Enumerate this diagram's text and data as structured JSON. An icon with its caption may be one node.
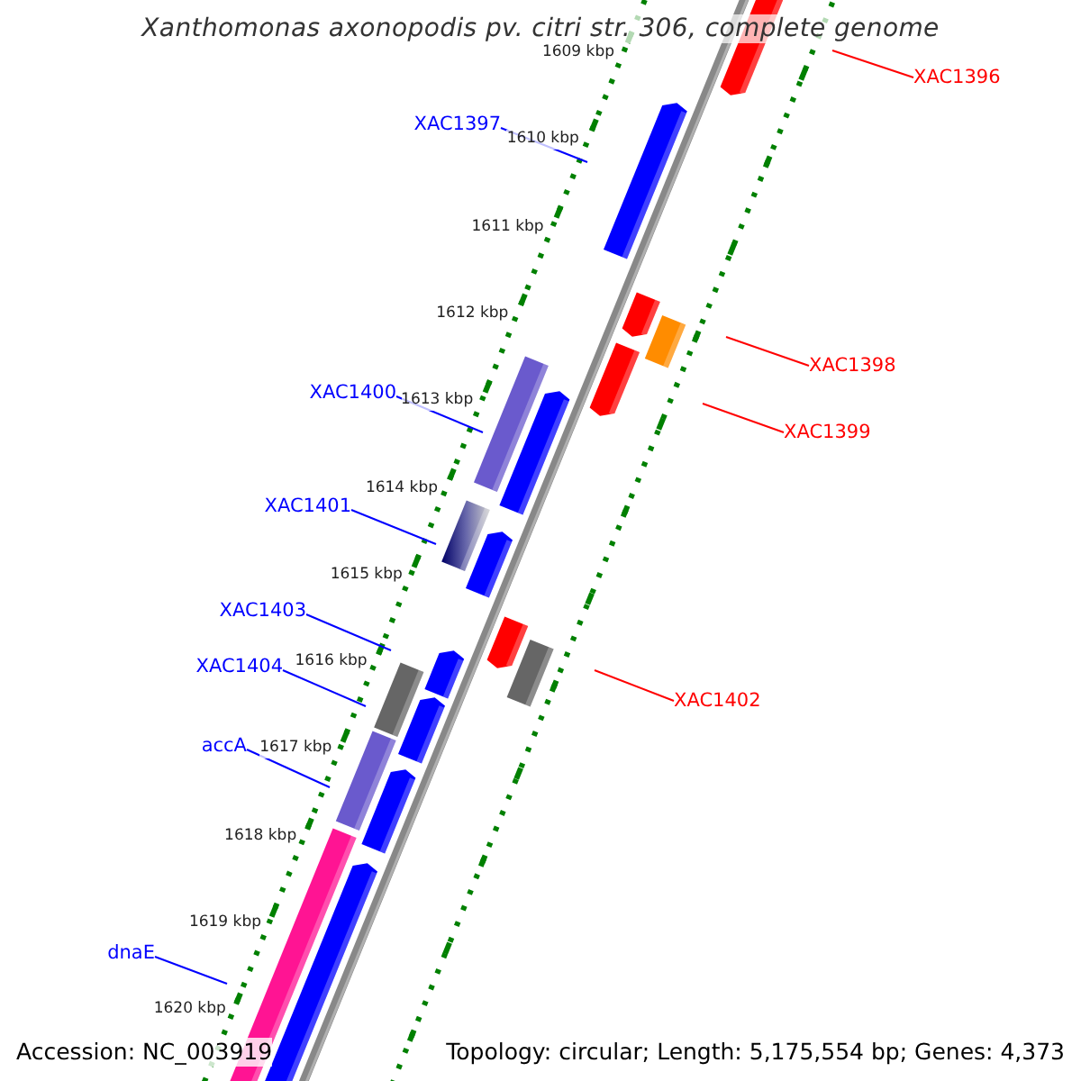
{
  "diagram": {
    "title": "Xanthomonas axonopodis pv. citri str. 306, complete genome",
    "nodes": [
      {
        "text": [
          "XAC1396"
        ]
      },
      {
        "text": [
          "XAC1397"
        ]
      },
      {
        "text": [
          "XAC1398"
        ]
      },
      {
        "text": [
          "XAC1400"
        ]
      },
      {
        "text": [
          "XAC1399"
        ]
      },
      {
        "text": [
          "XAC1401"
        ]
      },
      {
        "text": [
          "XAC1403"
        ]
      },
      {
        "text": [
          "XAC1404"
        ]
      },
      {
        "text": [
          "XAC1402"
        ]
      },
      {
        "text": [
          "accA"
        ]
      },
      {
        "text": [
          "dnaE"
        ]
      }
    ],
    "edges": [
      {
        "from": 0,
        "to": null,
        "arrow": "none",
        "color": "#ff0000"
      },
      {
        "from": 1,
        "to": null,
        "arrow": "none"
      },
      {
        "from": 2,
        "to": null,
        "arrow": "none",
        "color": "#ff0000"
      },
      {
        "from": 3,
        "to": null,
        "arrow": "none"
      },
      {
        "from": 4,
        "to": null,
        "arrow": "none",
        "color": "#ff0000"
      },
      {
        "from": 5,
        "to": null,
        "arrow": "none"
      },
      {
        "from": 6,
        "to": null,
        "arrow": "none"
      },
      {
        "from": 7,
        "to": null,
        "arrow": "none"
      },
      {
        "from": 8,
        "to": null,
        "arrow": "none",
        "color": "#ff0000"
      },
      {
        "from": 9,
        "to": null,
        "arrow": "none"
      },
      {
        "from": 10,
        "to": null,
        "arrow": "none"
      }
    ],
    "labels": [
      "1609 kbp",
      "1610 kbp",
      "1611 kbp",
      "1612 kbp",
      "1613 kbp",
      "1614 kbp",
      "1615 kbp",
      "1616 kbp",
      "1617 kbp",
      "1618 kbp",
      "1619 kbp",
      "1620 kbp",
      "Accession: NC_003919",
      "Topology: circular; Length: 5,175,554 bp; Genes: 4,373"
    ]
  }
}
